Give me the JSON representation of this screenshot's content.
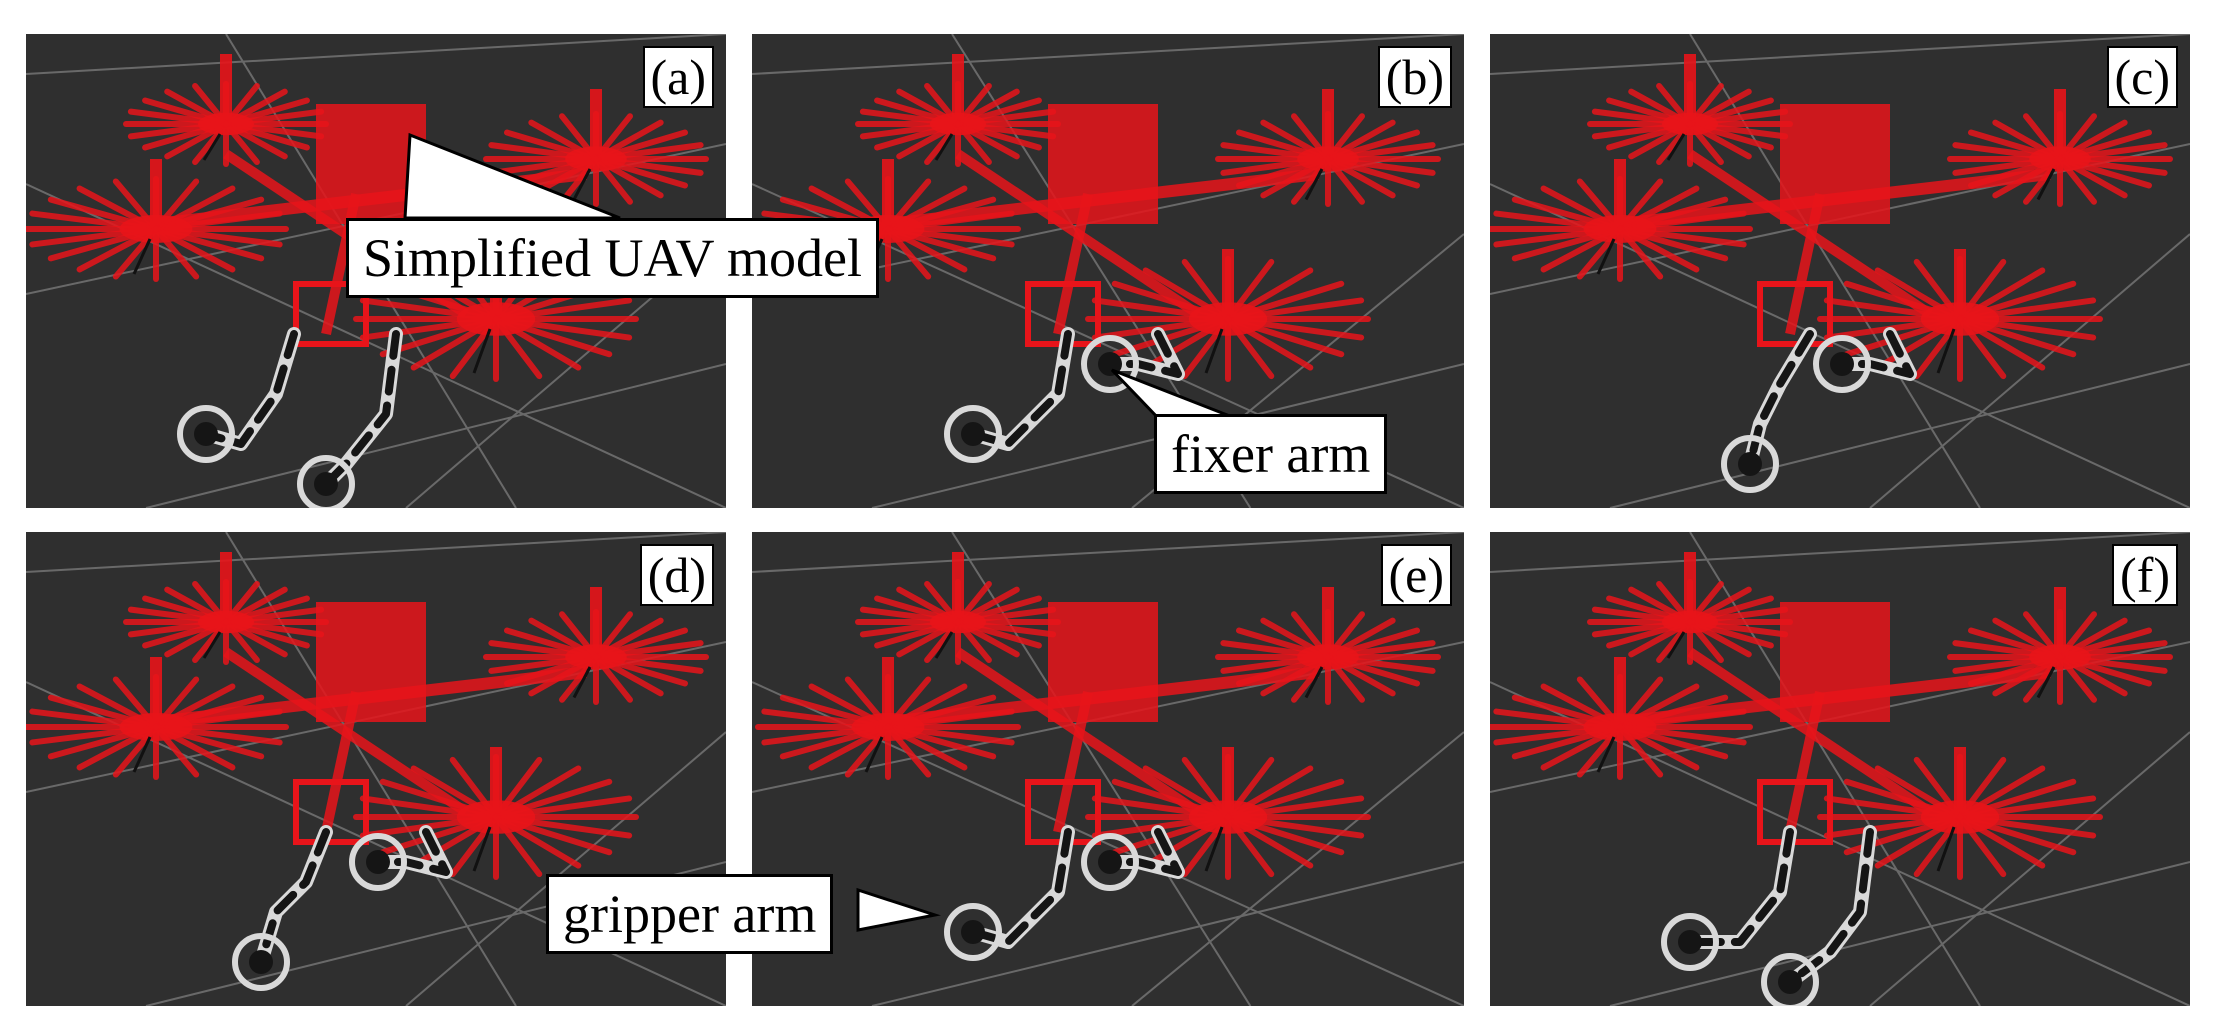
{
  "panels": [
    {
      "id": "a",
      "label": "(a)"
    },
    {
      "id": "b",
      "label": "(b)"
    },
    {
      "id": "c",
      "label": "(c)"
    },
    {
      "id": "d",
      "label": "(d)"
    },
    {
      "id": "e",
      "label": "(e)"
    },
    {
      "id": "f",
      "label": "(f)"
    }
  ],
  "annotations": {
    "uav_model": "Simplified UAV model",
    "fixer_arm": "fixer arm",
    "gripper_arm": "gripper arm"
  },
  "colors": {
    "background": "#2f2f2f",
    "grid": "#9a9a9a",
    "uav": "#e8141a",
    "arm_light": "#d9d9d9",
    "arm_dark": "#151515"
  }
}
